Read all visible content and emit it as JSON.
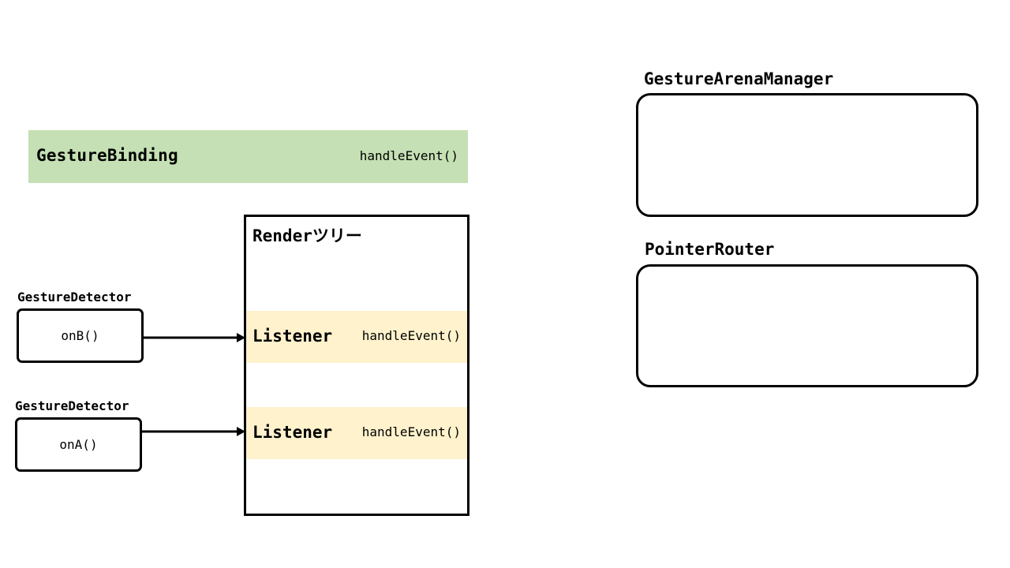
{
  "gesture_binding": {
    "title": "GestureBinding",
    "method": "handleEvent()",
    "color": "#c5e0b4"
  },
  "render_tree": {
    "title": "Renderツリー",
    "listeners": [
      {
        "label": "Listener",
        "method": "handleEvent()"
      },
      {
        "label": "Listener",
        "method": "handleEvent()"
      }
    ],
    "listener_color": "#fff2cc"
  },
  "gesture_detectors": [
    {
      "label": "GestureDetector",
      "callback": "onB()"
    },
    {
      "label": "GestureDetector",
      "callback": "onA()"
    }
  ],
  "gesture_arena_manager": {
    "label": "GestureArenaManager"
  },
  "pointer_router": {
    "label": "PointerRouter"
  }
}
